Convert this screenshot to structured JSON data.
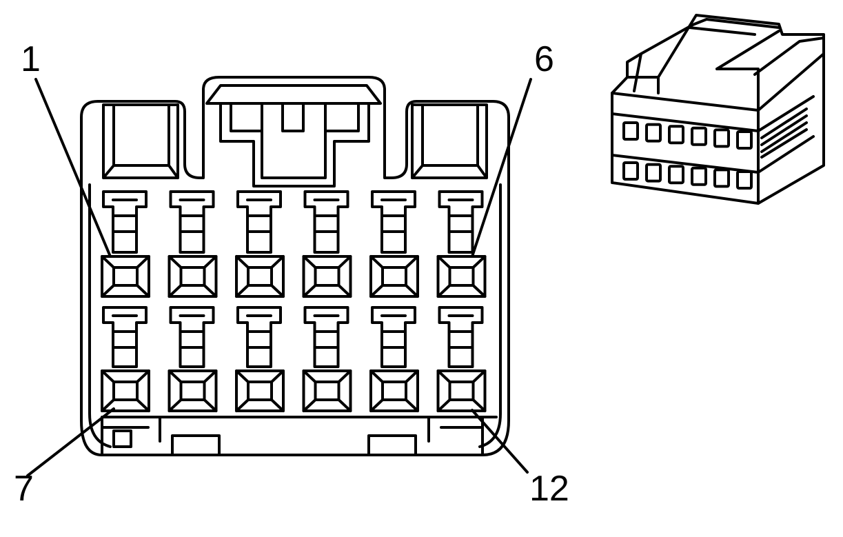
{
  "connector": {
    "pin_rows": 2,
    "pins_per_row": 6,
    "callouts": {
      "top_left": "1",
      "top_right": "6",
      "bottom_left": "7",
      "bottom_right": "12"
    }
  },
  "colors": {
    "line": "#000000",
    "background": "#ffffff"
  }
}
